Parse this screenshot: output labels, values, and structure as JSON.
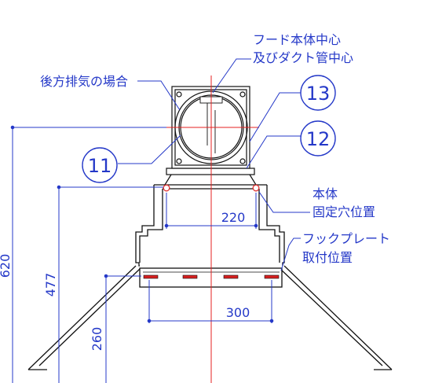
{
  "labels": {
    "hood_center_line1": "フード本体中心",
    "hood_center_line2": "及びダクト管中心",
    "rear_exhaust": "後方排気の場合",
    "mount_hole_line1": "本体",
    "mount_hole_line2": "固定穴位置",
    "hook_plate_line1": "フックプレート",
    "hook_plate_line2": "取付位置"
  },
  "callouts": {
    "c11": "11",
    "c12": "12",
    "c13": "13"
  },
  "dimensions": {
    "d220": "220",
    "d300": "300",
    "d620": "620",
    "d477": "477",
    "d260": "260"
  },
  "colors": {
    "line_blue": "#2438c8",
    "body_outline": "#111111",
    "center_red": "#e52020",
    "hole_red": "#e03030",
    "slot_red": "#d82020"
  }
}
